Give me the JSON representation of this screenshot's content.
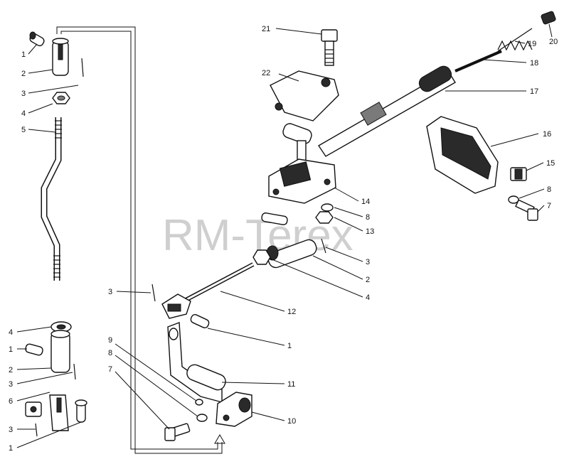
{
  "watermark": "RM-Terex",
  "callouts": [
    {
      "id": "c-1-top",
      "text": "1"
    },
    {
      "id": "c-2-top",
      "text": "2"
    },
    {
      "id": "c-3-top",
      "text": "3"
    },
    {
      "id": "c-4-top",
      "text": "4"
    },
    {
      "id": "c-5",
      "text": "5"
    },
    {
      "id": "c-21",
      "text": "21"
    },
    {
      "id": "c-20",
      "text": "20"
    },
    {
      "id": "c-19",
      "text": "19"
    },
    {
      "id": "c-22",
      "text": "22"
    },
    {
      "id": "c-18",
      "text": "18"
    },
    {
      "id": "c-17",
      "text": "17"
    },
    {
      "id": "c-16",
      "text": "16"
    },
    {
      "id": "c-15",
      "text": "15"
    },
    {
      "id": "c-14",
      "text": "14"
    },
    {
      "id": "c-8-right",
      "text": "8"
    },
    {
      "id": "c-7-right",
      "text": "7"
    },
    {
      "id": "c-8-mid",
      "text": "8"
    },
    {
      "id": "c-13",
      "text": "13"
    },
    {
      "id": "c-3-mid",
      "text": "3"
    },
    {
      "id": "c-2-mid",
      "text": "2"
    },
    {
      "id": "c-4-mid",
      "text": "4"
    },
    {
      "id": "c-3-left",
      "text": "3"
    },
    {
      "id": "c-12",
      "text": "12"
    },
    {
      "id": "c-1-mid",
      "text": "1"
    },
    {
      "id": "c-11",
      "text": "11"
    },
    {
      "id": "c-10",
      "text": "10"
    },
    {
      "id": "c-9",
      "text": "9"
    },
    {
      "id": "c-8-low",
      "text": "8"
    },
    {
      "id": "c-7-low",
      "text": "7"
    },
    {
      "id": "c-4-bl",
      "text": "4"
    },
    {
      "id": "c-1-bl",
      "text": "1"
    },
    {
      "id": "c-2-bl",
      "text": "2"
    },
    {
      "id": "c-3-bl",
      "text": "3"
    },
    {
      "id": "c-6",
      "text": "6"
    },
    {
      "id": "c-3-bl2",
      "text": "3"
    },
    {
      "id": "c-1-bl2",
      "text": "1"
    }
  ]
}
